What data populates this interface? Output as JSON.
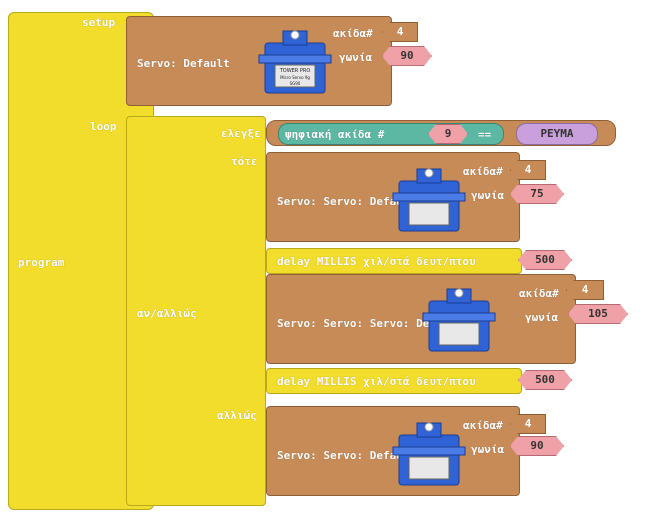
{
  "program": {
    "label": "program",
    "setup_label": "setup",
    "loop_label": "loop"
  },
  "setup": {
    "servo_label": "Servo: Default",
    "pin_label": "ακίδα#",
    "pin_value": "4",
    "angle_label": "γωνία",
    "angle_value": "90"
  },
  "loop": {
    "ifelse_label": "αν/αλλιώς",
    "check_label": "ελεγξε",
    "then_label": "τότε",
    "else_label": "αλλιώς",
    "condition": {
      "digital_pin_label": "ψηφιακή ακίδα #",
      "digital_pin_value": "9",
      "operator": "==",
      "compare_value": "ΡΕΥΜΑ"
    },
    "servo1": {
      "servo_label": "Servo: Servo: Default",
      "pin_label": "ακίδα#",
      "pin_value": "4",
      "angle_label": "γωνία",
      "angle_value": "75"
    },
    "delay1": {
      "label": "delay MILLIS χιλ/στά δευτ/πτου",
      "value": "500"
    },
    "servo2": {
      "servo_label": "Servo: Servo: Servo: Default",
      "pin_label": "ακίδα#",
      "pin_value": "4",
      "angle_label": "γωνία",
      "angle_value": "105"
    },
    "delay2": {
      "label": "delay MILLIS χιλ/στά δευτ/πτου",
      "value": "500"
    },
    "servo3": {
      "servo_label": "Servo: Servo: Default",
      "pin_label": "ακίδα#",
      "pin_value": "4",
      "angle_label": "γωνία",
      "angle_value": "90"
    }
  },
  "servo_image": {
    "brand_text": "TOWER PRO",
    "model_text": "Micro Servo 9g",
    "code_text": "SG90"
  },
  "colors": {
    "control_block": "#f2dd2c",
    "servo_block": "#c78b58",
    "math_value": "#f0a1a8",
    "logic_block": "#5db8a3",
    "constant_block": "#c9a0dc",
    "servo_body": "#2f63d6"
  }
}
